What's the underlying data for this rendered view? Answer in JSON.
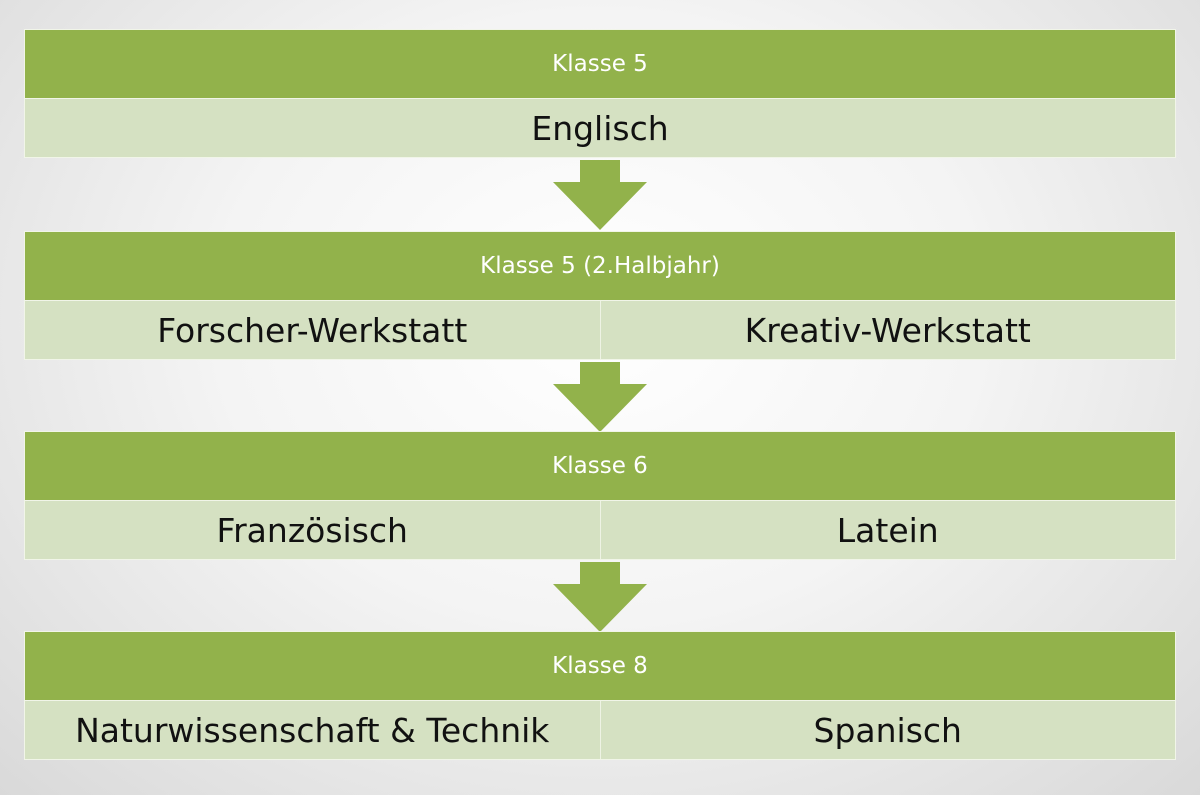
{
  "stages": [
    {
      "header": "Klasse 5",
      "options": [
        "Englisch"
      ]
    },
    {
      "header": "Klasse 5 (2.Halbjahr)",
      "options": [
        "Forscher-Werkstatt",
        "Kreativ-Werkstatt"
      ]
    },
    {
      "header": "Klasse 6",
      "options": [
        "Französisch",
        "Latein"
      ]
    },
    {
      "header": "Klasse 8",
      "options": [
        "Naturwissenschaft & Technik",
        "Spanisch"
      ]
    }
  ],
  "colors": {
    "header": "#92b24b",
    "row": "#d5e1c2",
    "arrow": "#92b24b"
  }
}
